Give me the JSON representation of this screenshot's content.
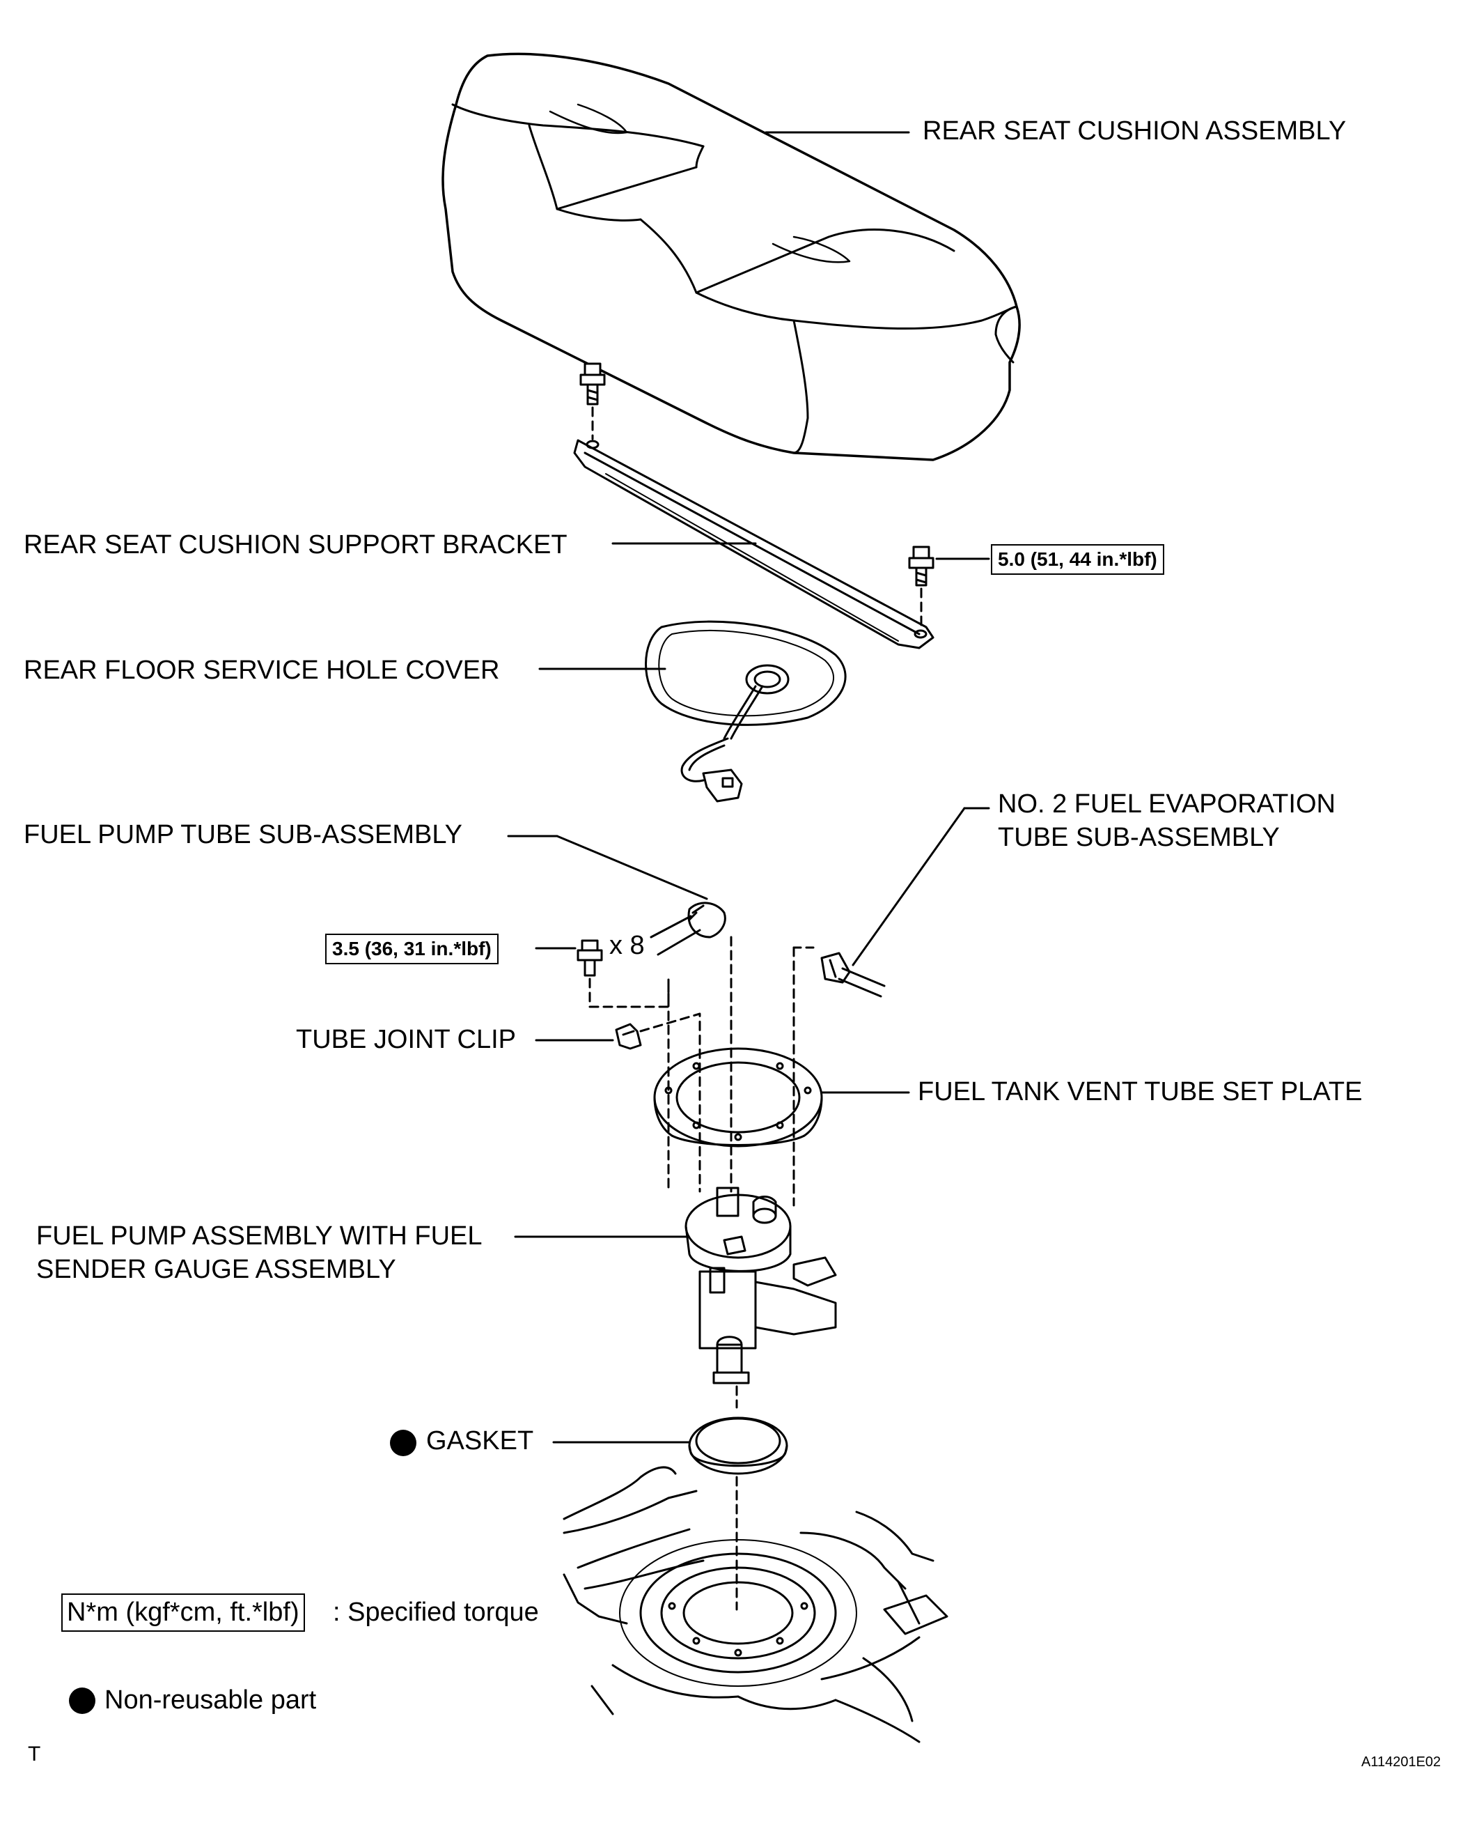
{
  "labels": {
    "rear_seat_cushion": "REAR SEAT CUSHION ASSEMBLY",
    "support_bracket": "REAR SEAT CUSHION SUPPORT BRACKET",
    "service_hole_cover": "REAR FLOOR SERVICE HOLE COVER",
    "no2_evap_tube_line1": "NO. 2 FUEL EVAPORATION",
    "no2_evap_tube_line2": "TUBE SUB-ASSEMBLY",
    "fuel_pump_tube": "FUEL PUMP TUBE SUB-ASSEMBLY",
    "tube_joint_clip": "TUBE JOINT CLIP",
    "vent_tube_set_plate": "FUEL TANK VENT TUBE SET PLATE",
    "fuel_pump_line1": "FUEL PUMP ASSEMBLY WITH FUEL",
    "fuel_pump_line2": "SENDER GAUGE ASSEMBLY",
    "gasket": "GASKET",
    "bolt_count": "x 8"
  },
  "torque_specs": {
    "bracket_bolt": "5.0 (51, 44 in.*lbf)",
    "plate_bolts": "3.5 (36, 31 in.*lbf)"
  },
  "legend": {
    "torque_box": "N*m (kgf*cm, ft.*lbf)",
    "torque_text": ": Specified torque",
    "non_reusable_text": "Non-reusable part"
  },
  "footer": {
    "left_code": "T",
    "figure_id": "A114201E02"
  }
}
